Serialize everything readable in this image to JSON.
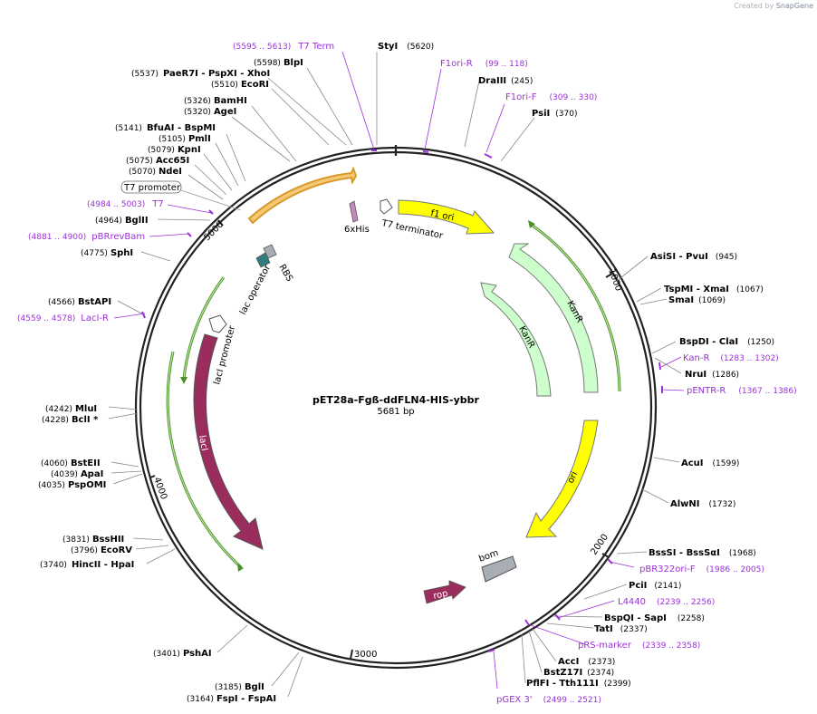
{
  "watermark": {
    "prefix": "Created by",
    "brand": "SnapGene"
  },
  "plasmid": {
    "name": "pET28a-Fgß-ddFLN4-HIS-ybbr",
    "length_label": "5681 bp",
    "length": 5681
  },
  "colors": {
    "enzyme": "#000000",
    "primer": "#9b30d9",
    "backbone": "#222222",
    "leader": "#777777"
  },
  "ticks": [
    "1000",
    "2000",
    "3000",
    "4000",
    "5000"
  ],
  "enzymes": [
    {
      "name": "StyI",
      "pos": "(5620)"
    },
    {
      "name": "BlpI",
      "pos": "(5598)"
    },
    {
      "name": "PaeR7I - PspXI - XhoI",
      "pos": "(5537)"
    },
    {
      "name": "EcoRI",
      "pos": "(5510)"
    },
    {
      "name": "BamHI",
      "pos": "(5326)"
    },
    {
      "name": "AgeI",
      "pos": "(5320)"
    },
    {
      "name": "BfuAI - BspMI",
      "pos": "(5141)"
    },
    {
      "name": "PmlI",
      "pos": "(5105)"
    },
    {
      "name": "KpnI",
      "pos": "(5079)"
    },
    {
      "name": "Acc65I",
      "pos": "(5075)"
    },
    {
      "name": "NdeI",
      "pos": "(5070)"
    },
    {
      "name": "BglII",
      "pos": "(4964)"
    },
    {
      "name": "SphI",
      "pos": "(4775)"
    },
    {
      "name": "BstAPI",
      "pos": "(4566)"
    },
    {
      "name": "MluI",
      "pos": "(4242)"
    },
    {
      "name": "BclI *",
      "pos": "(4228)"
    },
    {
      "name": "BstEII",
      "pos": "(4060)"
    },
    {
      "name": "ApaI",
      "pos": "(4039)"
    },
    {
      "name": "PspOMI",
      "pos": "(4035)"
    },
    {
      "name": "BssHII",
      "pos": "(3831)"
    },
    {
      "name": "EcoRV",
      "pos": "(3796)"
    },
    {
      "name": "HincII - HpaI",
      "pos": "(3740)"
    },
    {
      "name": "PshAI",
      "pos": "(3401)"
    },
    {
      "name": "BglI",
      "pos": "(3185)"
    },
    {
      "name": "FspI - FspAI",
      "pos": "(3164)"
    },
    {
      "name": "DraIII",
      "pos": "(245)"
    },
    {
      "name": "PsiI",
      "pos": "(370)"
    },
    {
      "name": "AsiSI - PvuI",
      "pos": "(945)"
    },
    {
      "name": "TspMI - XmaI",
      "pos": "(1067)"
    },
    {
      "name": "SmaI",
      "pos": "(1069)"
    },
    {
      "name": "BspDI - ClaI",
      "pos": "(1250)"
    },
    {
      "name": "NruI",
      "pos": "(1286)"
    },
    {
      "name": "AcuI",
      "pos": "(1599)"
    },
    {
      "name": "AlwNI",
      "pos": "(1732)"
    },
    {
      "name": "BssSI - BssSαI",
      "pos": "(1968)"
    },
    {
      "name": "PciI",
      "pos": "(2141)"
    },
    {
      "name": "BspQI - SapI",
      "pos": "(2258)"
    },
    {
      "name": "TatI",
      "pos": "(2337)"
    },
    {
      "name": "AccI",
      "pos": "(2373)"
    },
    {
      "name": "BstZ17I",
      "pos": "(2374)"
    },
    {
      "name": "PflFI - Tth111I",
      "pos": "(2399)"
    }
  ],
  "primers": [
    {
      "name": "T7 Term",
      "pos": "(5595 .. 5613)"
    },
    {
      "name": "F1ori-R",
      "pos": "(99 .. 118)"
    },
    {
      "name": "F1ori-F",
      "pos": "(309 .. 330)"
    },
    {
      "name": "T7",
      "pos": "(4984 .. 5003)"
    },
    {
      "name": "pBRrevBam",
      "pos": "(4881 .. 4900)"
    },
    {
      "name": "LacI-R",
      "pos": "(4559 .. 4578)"
    },
    {
      "name": "Kan-R",
      "pos": "(1283 .. 1302)"
    },
    {
      "name": "pENTR-R",
      "pos": "(1367 .. 1386)"
    },
    {
      "name": "pBR322ori-F",
      "pos": "(1986 .. 2005)"
    },
    {
      "name": "L4440",
      "pos": "(2239 .. 2256)"
    },
    {
      "name": "pRS-marker",
      "pos": "(2339 .. 2358)"
    },
    {
      "name": "pGEX 3'",
      "pos": "(2499 .. 2521)"
    }
  ],
  "features": {
    "t7_promoter": "T7 promoter",
    "his": "6xHis",
    "t7_terminator": "T7 terminator",
    "f1_ori": "f1 ori",
    "kanr_outer": "KanR",
    "kanr_inner": "KanR",
    "ori": "ori",
    "bom": "bom",
    "rop": "rop",
    "laci": "lacI",
    "laci_promoter": "lacI promoter",
    "lac_operator": "lac operator",
    "rbs": "RBS"
  }
}
